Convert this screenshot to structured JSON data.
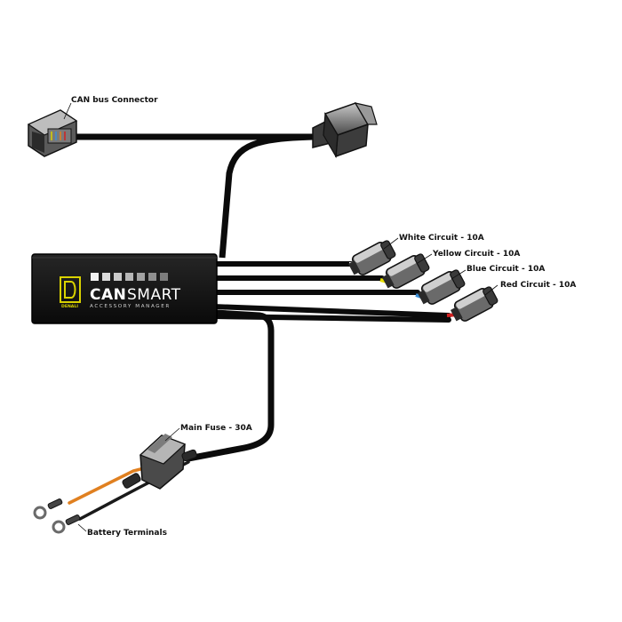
{
  "labels": {
    "can_bus": "CAN bus Connector",
    "white": "White Circuit - 10A",
    "yellow": "Yellow Circuit - 10A",
    "blue": "Blue Circuit - 10A",
    "red": "Red Circuit - 10A",
    "fuse": "Main Fuse - 30A",
    "battery": "Battery Terminals"
  },
  "logo": {
    "brand": "DENALI",
    "can": "CAN",
    "smart": "SMART",
    "subtitle": "ACCESSORY MANAGER"
  },
  "colors": {
    "cable": "#0b0b0b",
    "module": "#141414",
    "accent_yellow": "#d9d200",
    "white_wire": "#f4f4f4",
    "yellow_wire": "#e8e000",
    "blue_wire": "#3a8fd8",
    "red_wire": "#d22020",
    "orange_wire": "#e08020"
  }
}
